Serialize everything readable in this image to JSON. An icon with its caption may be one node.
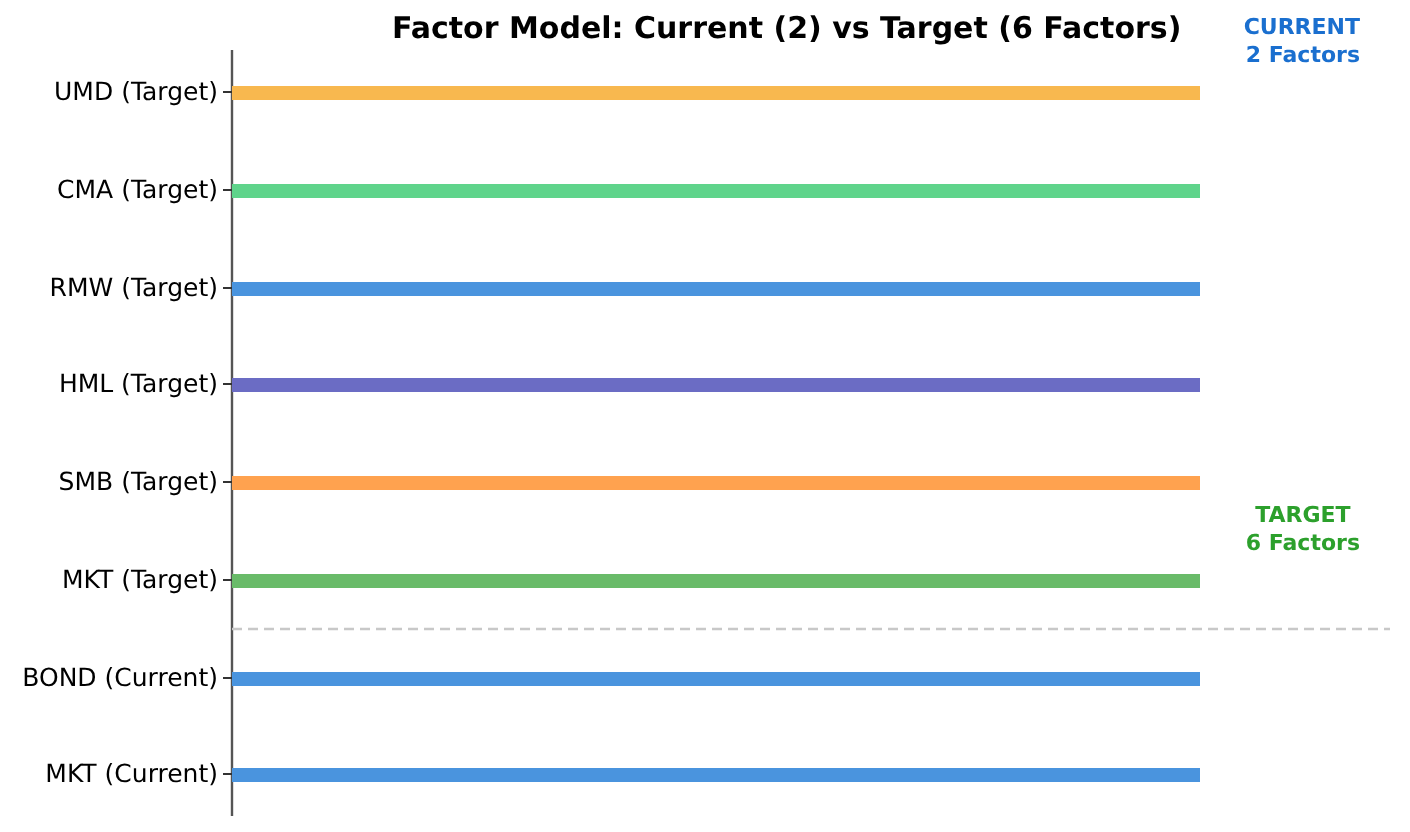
{
  "diagram": {
    "title": "Factor Model: Current (2) vs Target (6 Factors)",
    "nodes": [
      {
        "text": [],
        "shape": "bar",
        "beside": [
          "UMD (Target)"
        ]
      },
      {
        "text": [],
        "shape": "bar",
        "beside": [
          "CMA (Target)"
        ]
      },
      {
        "text": [],
        "shape": "bar",
        "beside": [
          "RMW (Target)"
        ]
      },
      {
        "text": [],
        "shape": "bar",
        "beside": [
          "HML (Target)"
        ]
      },
      {
        "text": [],
        "shape": "bar",
        "beside": [
          "SMB (Target)"
        ]
      },
      {
        "text": [],
        "shape": "bar",
        "beside": [
          "MKT (Target)"
        ]
      },
      {
        "text": [],
        "shape": "bar",
        "beside": [
          "BOND (Current)"
        ]
      },
      {
        "text": [],
        "shape": "bar",
        "beside": [
          "MKT (Current)"
        ]
      }
    ],
    "labels": [
      "CURRENT 2 Factors",
      "TARGET 6 Factors"
    ]
  }
}
